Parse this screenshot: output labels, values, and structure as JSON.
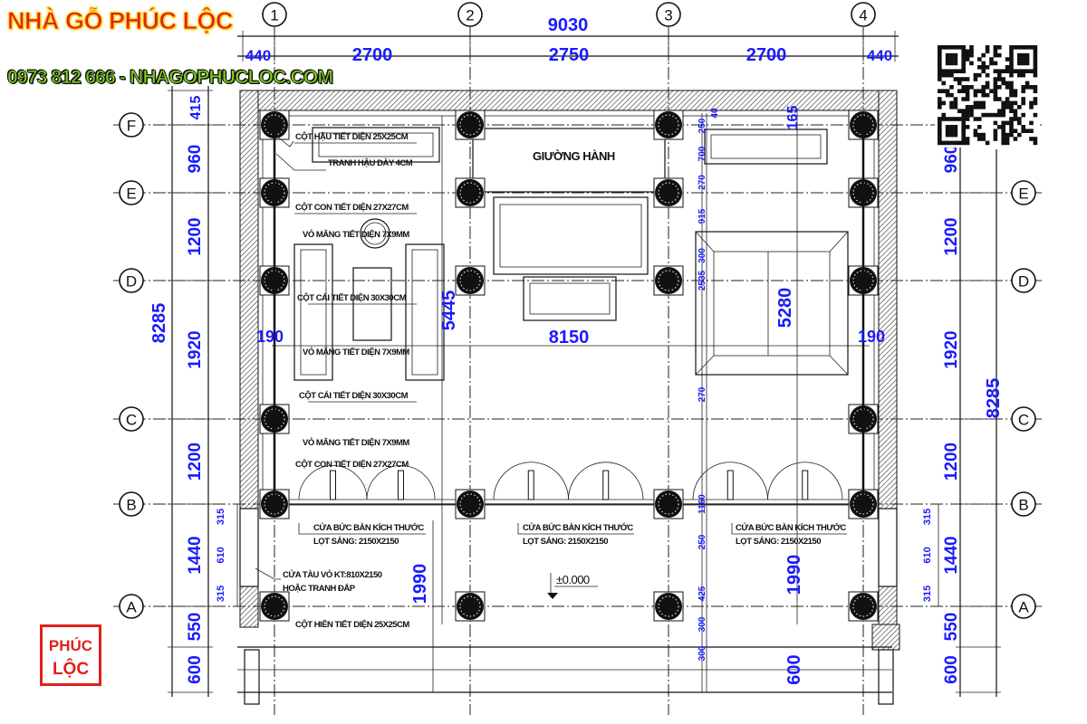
{
  "grid": {
    "columns": [
      "1",
      "2",
      "3",
      "4"
    ],
    "rows": [
      "F",
      "E",
      "D",
      "C",
      "B",
      "A"
    ]
  },
  "dimensions": {
    "total_width": "9030",
    "top_segments": [
      "440",
      "2700",
      "2750",
      "2700",
      "440"
    ],
    "total_depth": "8285",
    "side_segments": [
      "415",
      "960",
      "1200",
      "1920",
      "1200",
      "1440",
      "550",
      "600"
    ],
    "side_sub_segments": [
      "315",
      "610",
      "315"
    ],
    "inner_depth_left": "5445",
    "inner_width": "8150",
    "inner_depth_right": "5280",
    "wall_offset": "190",
    "porch_left": "1990",
    "porch_right": "1990",
    "porch_step": "600",
    "right_inner_chain": [
      "40",
      "250",
      "700",
      "270",
      "915",
      "300",
      "2535",
      "270",
      "1160",
      "250",
      "425",
      "300",
      "300"
    ],
    "top_right_offset": "165",
    "elevation": "±0.000"
  },
  "labels": {
    "bed": "GIƯỜNG HÀNH",
    "rear_column": "CỘT HẬU TIẾT DIỆN 25X25CM",
    "rear_panel": "TRANH HẬU DÀY 4CM",
    "small_column": "CỘT CON TIẾT DIỆN 27X27CM",
    "shell_1": "VỎ MĂNG TIẾT DIỆN 7X9MM",
    "main_column_1": "CỘT CÁI TIẾT DIỆN 30X30CM",
    "shell_2": "VỎ MĂNG TIẾT DIỆN 7X9MM",
    "main_column_2": "CỘT CÁI TIẾT DIỆN 30X30CM",
    "shell_3": "VỎ MĂNG TIẾT DIỆN 7X9MM",
    "small_column_2": "CỘT CON TIẾT DIỆN 27X27CM",
    "door_title": "CỬA BỨC BÀN KÍCH THƯỚC",
    "door_size": "LỌT SÁNG: 2150X2150",
    "side_door_1": "CỬA TÀU VỎ KT:810X2150",
    "side_door_2": "HOẶC TRANH ĐẮP",
    "front_column": "CỘT HIÊN TIẾT DIỆN 25X25CM"
  },
  "brand": {
    "logo_text": "PHÚC LỘC",
    "name": "NHÀ GỖ PHÚC LỘC",
    "contact": "0973 812 666 - NHAGOPHUCLOC.COM",
    "colors": {
      "red": "#e0201b",
      "yellow": "#ffd21f",
      "green": "#7fd01c"
    }
  },
  "qr_code": "qr-code"
}
